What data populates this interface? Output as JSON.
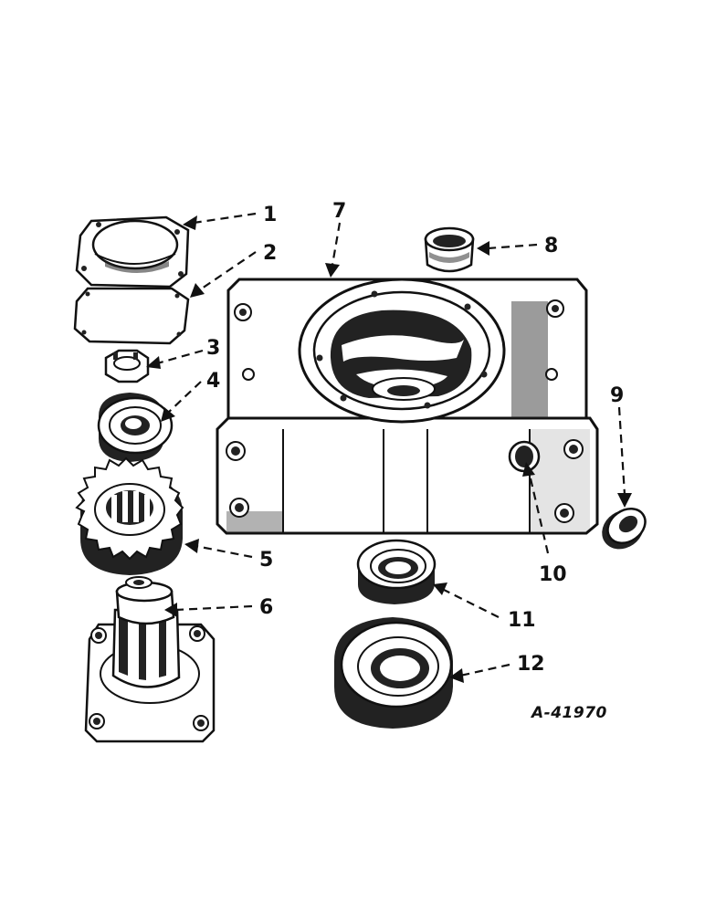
{
  "diagram": {
    "figure_ref": "A-41970",
    "callouts": [
      {
        "number": "1"
      },
      {
        "number": "2"
      },
      {
        "number": "3"
      },
      {
        "number": "4"
      },
      {
        "number": "5"
      },
      {
        "number": "6"
      },
      {
        "number": "7"
      },
      {
        "number": "8"
      },
      {
        "number": "9"
      },
      {
        "number": "10"
      },
      {
        "number": "11"
      },
      {
        "number": "12"
      }
    ]
  }
}
